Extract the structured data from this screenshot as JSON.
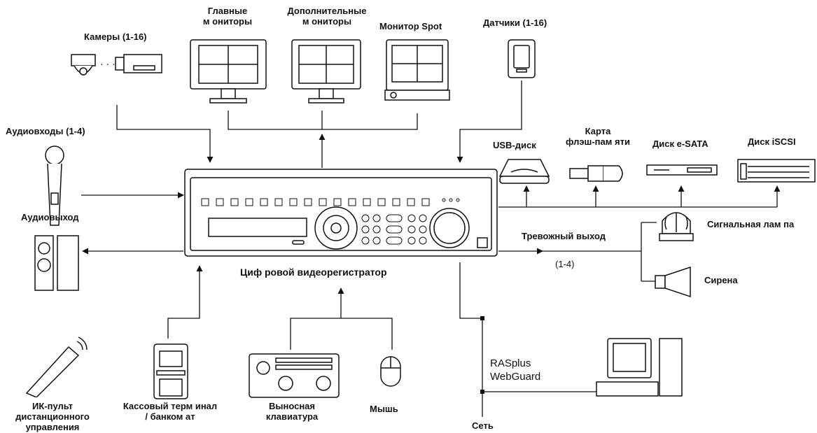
{
  "labels": {
    "cameras": "Камеры (1-16)",
    "main_monitors": "Главные\nм ониторы",
    "extra_monitors": "Дополнительные\nм ониторы",
    "spot_monitor": "Монитор Spot",
    "sensors": "Датчики (1-16)",
    "audio_in": "Аудиовходы (1-4)",
    "audio_out": "Аудиовыход",
    "usb_disk": "USB-диск",
    "flash_card": "Карта\nфлэш-пам яти",
    "esata": "Диск e-SATA",
    "iscsi": "Диск iSCSI",
    "alarm_out": "Тревожный выход",
    "alarm_range": "(1-4)",
    "signal_lamp": "Сигнальная лам па",
    "siren": "Сирена",
    "dvr": "Циф ровой видеорегистратор",
    "ir_remote": "ИК-пульт\nдистанционного\nуправления",
    "pos": "Кассовый терм инал\n/ банком ат",
    "keyboard": "Выносная\nклавиатура",
    "mouse": "Мышь",
    "network": "Сеть",
    "software": "RASplus\nWebGuard",
    "camera_dots": "· · ·"
  }
}
